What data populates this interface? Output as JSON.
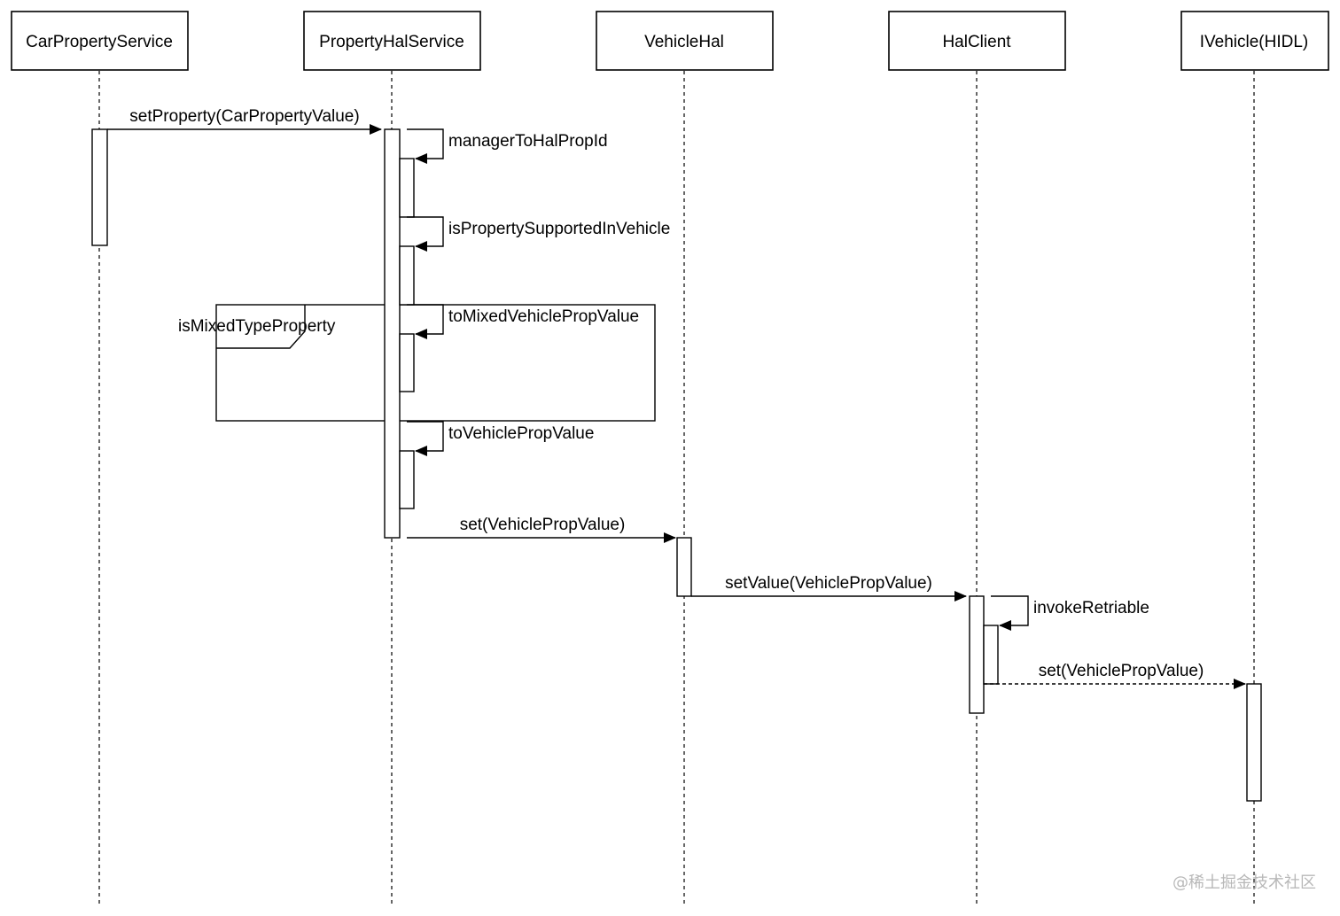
{
  "participants": [
    {
      "id": "cps",
      "name": "CarPropertyService"
    },
    {
      "id": "phs",
      "name": "PropertyHalService"
    },
    {
      "id": "vh",
      "name": "VehicleHal"
    },
    {
      "id": "hc",
      "name": "HalClient"
    },
    {
      "id": "iv",
      "name": "IVehicle(HIDL)"
    }
  ],
  "messages": {
    "set_property": "setProperty(CarPropertyValue)",
    "manager_to_hal": "managerToHalPropId",
    "is_supported": "isPropertySupportedInVehicle",
    "to_mixed": "toMixedVehiclePropValue",
    "to_vehicle": "toVehiclePropValue",
    "set_vh": "set(VehiclePropValue)",
    "set_value": "setValue(VehiclePropValue)",
    "invoke_retriable": "invokeRetriable",
    "set_hidl": "set(VehiclePropValue)"
  },
  "fragment": {
    "condition": "isMixedTypeProperty"
  },
  "watermark": "@稀土掘金技术社区"
}
